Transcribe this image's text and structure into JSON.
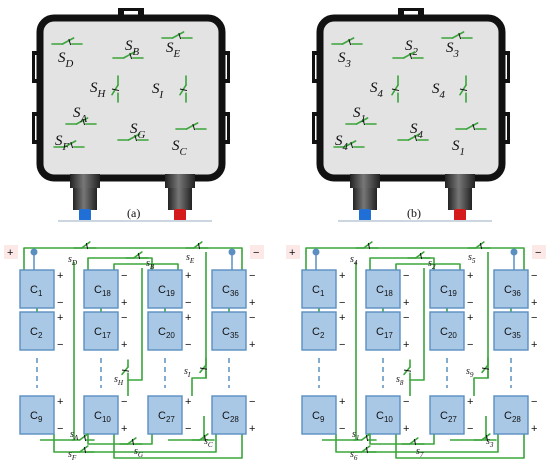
{
  "captions": {
    "a": "(a)",
    "b": "(b)"
  },
  "box_a_switches": [
    {
      "main": "S",
      "sub": "D"
    },
    {
      "main": "S",
      "sub": "B"
    },
    {
      "main": "S",
      "sub": "E"
    },
    {
      "main": "S",
      "sub": "H"
    },
    {
      "main": "S",
      "sub": "I"
    },
    {
      "main": "S",
      "sub": "A"
    },
    {
      "main": "S",
      "sub": "G"
    },
    {
      "main": "S",
      "sub": "F"
    },
    {
      "main": "S",
      "sub": "C"
    }
  ],
  "box_b_switches": [
    {
      "main": "S",
      "sub": "3"
    },
    {
      "main": "S",
      "sub": "2"
    },
    {
      "main": "S",
      "sub": "3"
    },
    {
      "main": "S",
      "sub": "4"
    },
    {
      "main": "S",
      "sub": "4"
    },
    {
      "main": "S",
      "sub": "1"
    },
    {
      "main": "S",
      "sub": "4"
    },
    {
      "main": "S",
      "sub": "4"
    },
    {
      "main": "S",
      "sub": "1"
    }
  ],
  "circuit_a": {
    "cells": [
      [
        "C",
        "1"
      ],
      [
        "C",
        "2"
      ],
      [
        "C",
        "9"
      ],
      [
        "C",
        "18"
      ],
      [
        "C",
        "17"
      ],
      [
        "C",
        "10"
      ],
      [
        "C",
        "19"
      ],
      [
        "C",
        "20"
      ],
      [
        "C",
        "27"
      ],
      [
        "C",
        "36"
      ],
      [
        "C",
        "35"
      ],
      [
        "C",
        "28"
      ]
    ],
    "switches": [
      {
        "main": "s",
        "sub": "D"
      },
      {
        "main": "s",
        "sub": "B"
      },
      {
        "main": "s",
        "sub": "E"
      },
      {
        "main": "s",
        "sub": "H"
      },
      {
        "main": "s",
        "sub": "I"
      },
      {
        "main": "s",
        "sub": "A"
      },
      {
        "main": "s",
        "sub": "F"
      },
      {
        "main": "s",
        "sub": "G"
      },
      {
        "main": "s",
        "sub": "C"
      }
    ],
    "terminals": {
      "plus": "+",
      "minus": "−"
    }
  },
  "circuit_b": {
    "cells": [
      [
        "C",
        "1"
      ],
      [
        "C",
        "2"
      ],
      [
        "C",
        "9"
      ],
      [
        "C",
        "18"
      ],
      [
        "C",
        "17"
      ],
      [
        "C",
        "10"
      ],
      [
        "C",
        "19"
      ],
      [
        "C",
        "20"
      ],
      [
        "C",
        "27"
      ],
      [
        "C",
        "36"
      ],
      [
        "C",
        "35"
      ],
      [
        "C",
        "28"
      ]
    ],
    "switches": [
      {
        "main": "s",
        "sub": "4"
      },
      {
        "main": "s",
        "sub": "2"
      },
      {
        "main": "s",
        "sub": "5"
      },
      {
        "main": "s",
        "sub": "8"
      },
      {
        "main": "s",
        "sub": "9"
      },
      {
        "main": "s",
        "sub": "1"
      },
      {
        "main": "s",
        "sub": "6"
      },
      {
        "main": "s",
        "sub": "7"
      },
      {
        "main": "s",
        "sub": "3"
      }
    ],
    "terminals": {
      "plus": "+",
      "minus": "−"
    }
  },
  "colors": {
    "wire": "#3aa53a",
    "cell_fill": "#a9c8e6",
    "cell_stroke": "#5b8fc0",
    "box": "#111111",
    "plug_blue": "#1f6fd6",
    "plug_red": "#d41a1a",
    "terminal": "#5b8fc0",
    "sign": "#d42a2a"
  }
}
